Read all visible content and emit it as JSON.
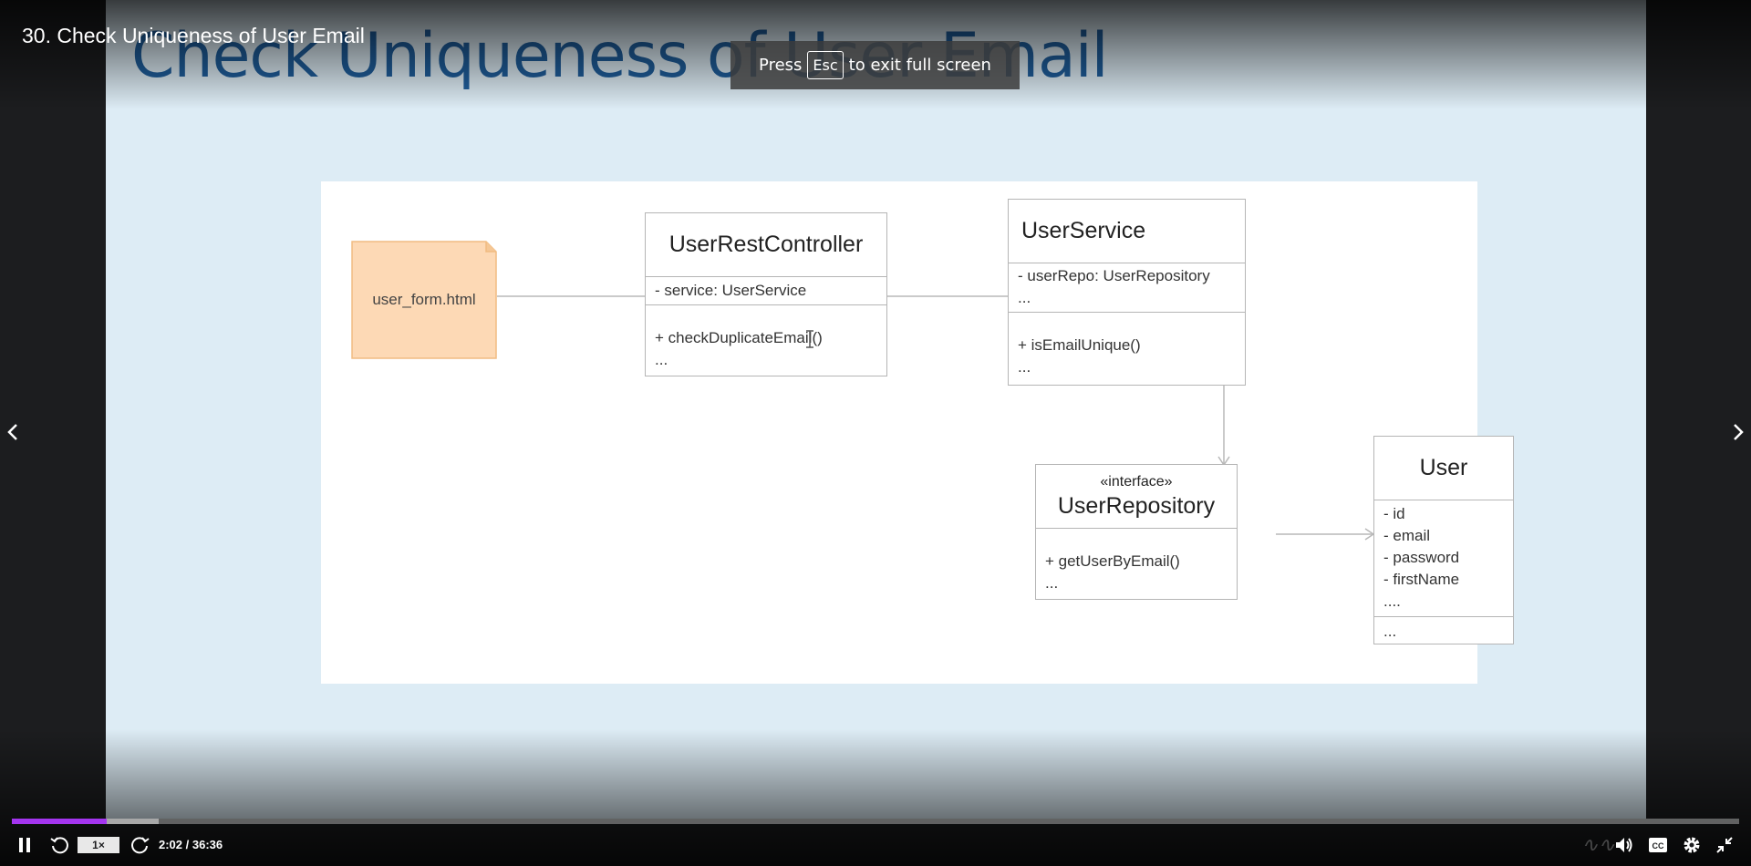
{
  "lecture": {
    "title": "30. Check Uniqueness of User Email"
  },
  "fullscreen_toast": {
    "press": "Press",
    "key": "Esc",
    "suffix": "to exit full screen"
  },
  "slide": {
    "title": "Check Uniqueness of User Email",
    "note": "user_form.html",
    "controller": {
      "name": "UserRestController",
      "fields": [
        "- service: UserService"
      ],
      "methods": [
        "+ checkDuplicateEmail()",
        "..."
      ]
    },
    "service": {
      "name": "UserService",
      "fields": [
        "- userRepo: UserRepository",
        "..."
      ],
      "methods": [
        "+ isEmailUnique()",
        "..."
      ]
    },
    "repository": {
      "stereotype": "«interface»",
      "name": "UserRepository",
      "methods": [
        "+ getUserByEmail()",
        "..."
      ]
    },
    "user": {
      "name": "User",
      "fields": [
        "- id",
        "- email",
        "- password",
        "- firstName",
        "...."
      ],
      "methods": [
        "..."
      ]
    }
  },
  "player": {
    "time": "2:02 / 36:36",
    "speed": "1×",
    "progress_played_fraction": 0.055,
    "progress_buffered_fraction": 0.085,
    "icons": [
      "chevron-left-icon",
      "chevron-right-icon",
      "pause-icon",
      "rewind-icon",
      "forward-icon",
      "volume-icon",
      "captions-icon",
      "gear-icon",
      "exit-fullscreen-icon"
    ]
  },
  "colors": {
    "accent": "#a435f0",
    "slide_bg": "#ddecf5",
    "title_blue": "#1f5f9e",
    "note_fill": "#fdd9b5"
  }
}
